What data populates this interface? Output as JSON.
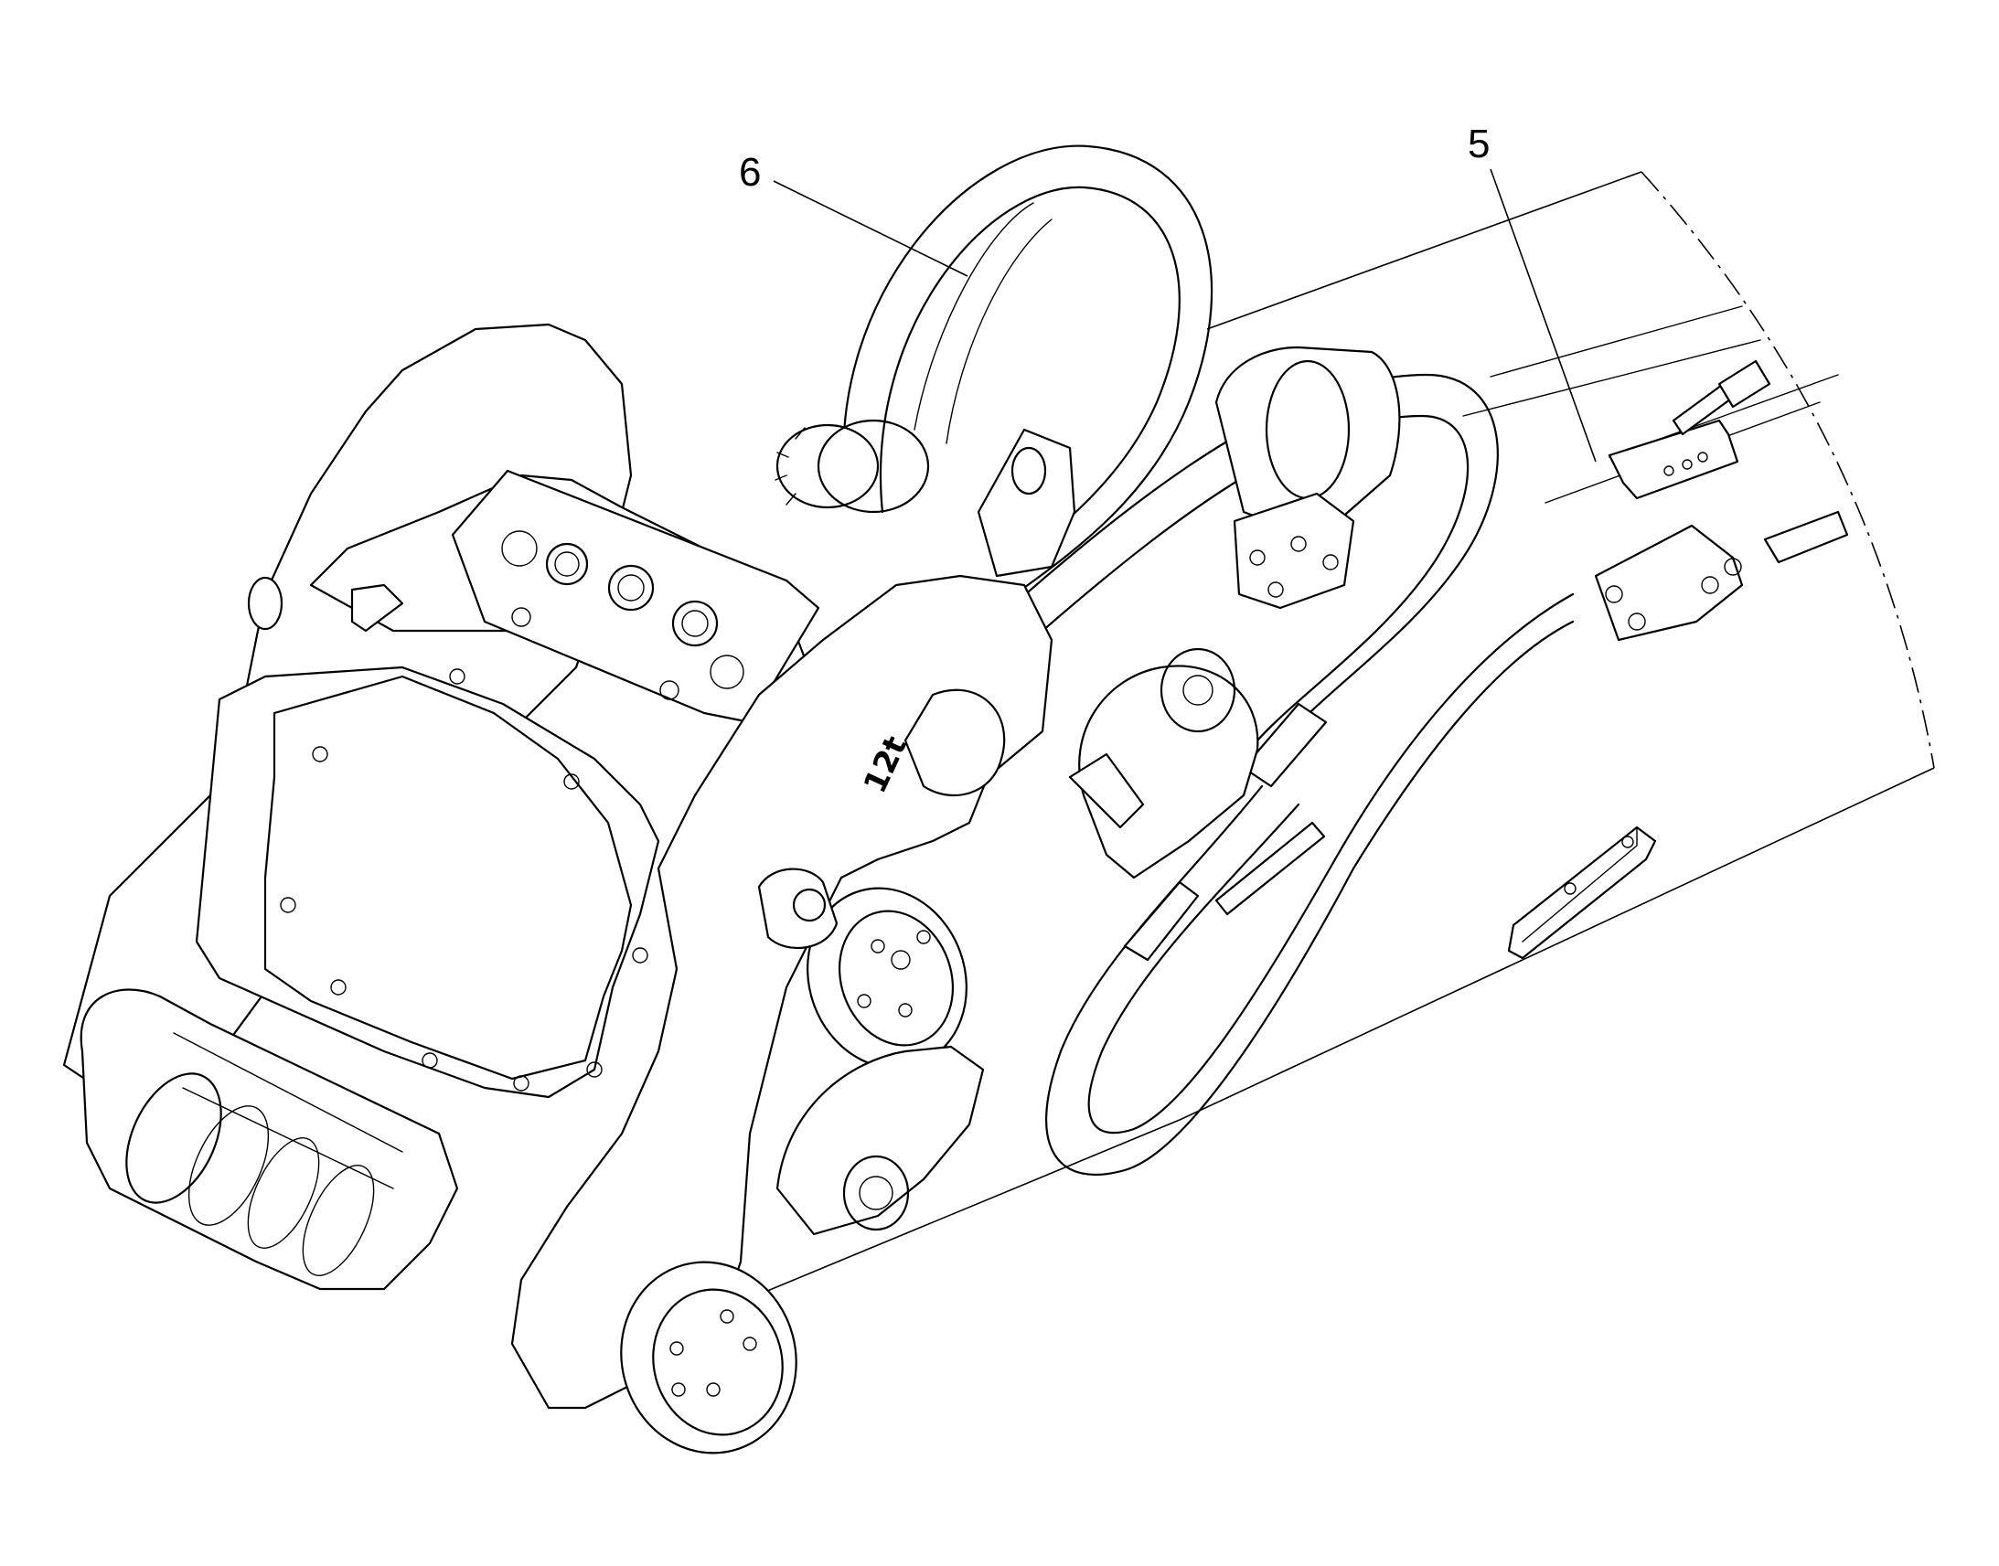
{
  "callouts": [
    {
      "id": "6",
      "label": "6"
    },
    {
      "id": "5",
      "label": "5"
    }
  ],
  "part_marking": "12t",
  "icons": [
    "quick-coupler-drawing",
    "hydraulic-hose",
    "arm-section"
  ]
}
